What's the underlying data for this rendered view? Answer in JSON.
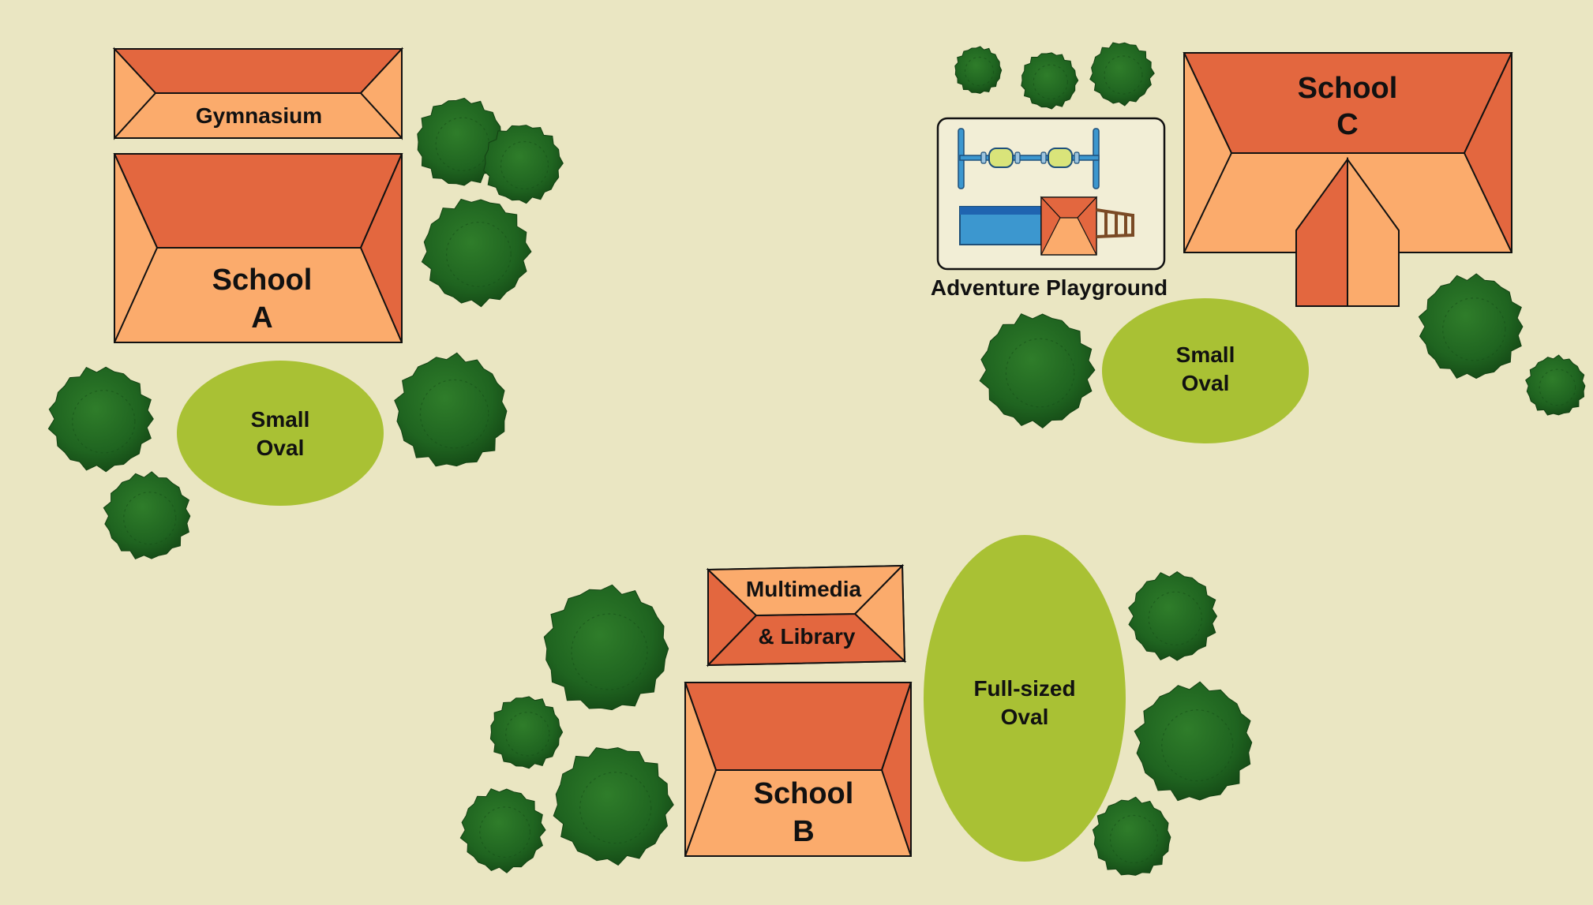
{
  "colors": {
    "background": "#eae6c2",
    "roof_dark": "#e3673f",
    "roof_light": "#fbab6c",
    "oval": "#a9c134",
    "tree_dark": "#1c5e1c",
    "tree_light": "#2f7d2a"
  },
  "buildings": {
    "gymnasium": "Gymnasium",
    "school_a": {
      "line1": "School",
      "line2": "A"
    },
    "school_b": {
      "line1": "School",
      "line2": "B"
    },
    "school_c": {
      "line1": "School",
      "line2": "C"
    },
    "library": {
      "line1": "Multimedia",
      "line2": "& Library"
    }
  },
  "ovals": {
    "small_a": {
      "line1": "Small",
      "line2": "Oval"
    },
    "small_c": {
      "line1": "Small",
      "line2": "Oval"
    },
    "full_b": {
      "line1": "Full-sized",
      "line2": "Oval"
    }
  },
  "playground": {
    "label": "Adventure Playground",
    "icons": [
      "swing-set-icon",
      "slide-icon",
      "ladder-icon",
      "cubby-house-icon"
    ]
  },
  "trees": {
    "icon": "tree-icon",
    "count": 19
  }
}
